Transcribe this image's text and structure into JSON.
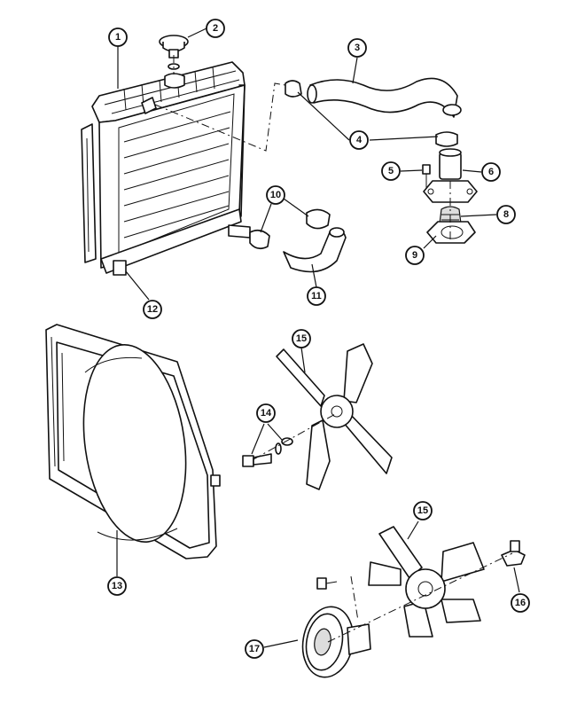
{
  "callouts": [
    {
      "id": "callout-1",
      "label": "1"
    },
    {
      "id": "callout-2",
      "label": "2"
    },
    {
      "id": "callout-3",
      "label": "3"
    },
    {
      "id": "callout-4",
      "label": "4"
    },
    {
      "id": "callout-5",
      "label": "5"
    },
    {
      "id": "callout-6",
      "label": "6"
    },
    {
      "id": "callout-8",
      "label": "8"
    },
    {
      "id": "callout-9",
      "label": "9"
    },
    {
      "id": "callout-10",
      "label": "10"
    },
    {
      "id": "callout-11",
      "label": "11"
    },
    {
      "id": "callout-12",
      "label": "12"
    },
    {
      "id": "callout-13",
      "label": "13"
    },
    {
      "id": "callout-14",
      "label": "14"
    },
    {
      "id": "callout-15a",
      "label": "15"
    },
    {
      "id": "callout-15b",
      "label": "15"
    },
    {
      "id": "callout-16",
      "label": "16"
    },
    {
      "id": "callout-17",
      "label": "17"
    }
  ],
  "colors": {
    "line": "#111111",
    "background": "#ffffff",
    "shade": "#dddddd"
  }
}
